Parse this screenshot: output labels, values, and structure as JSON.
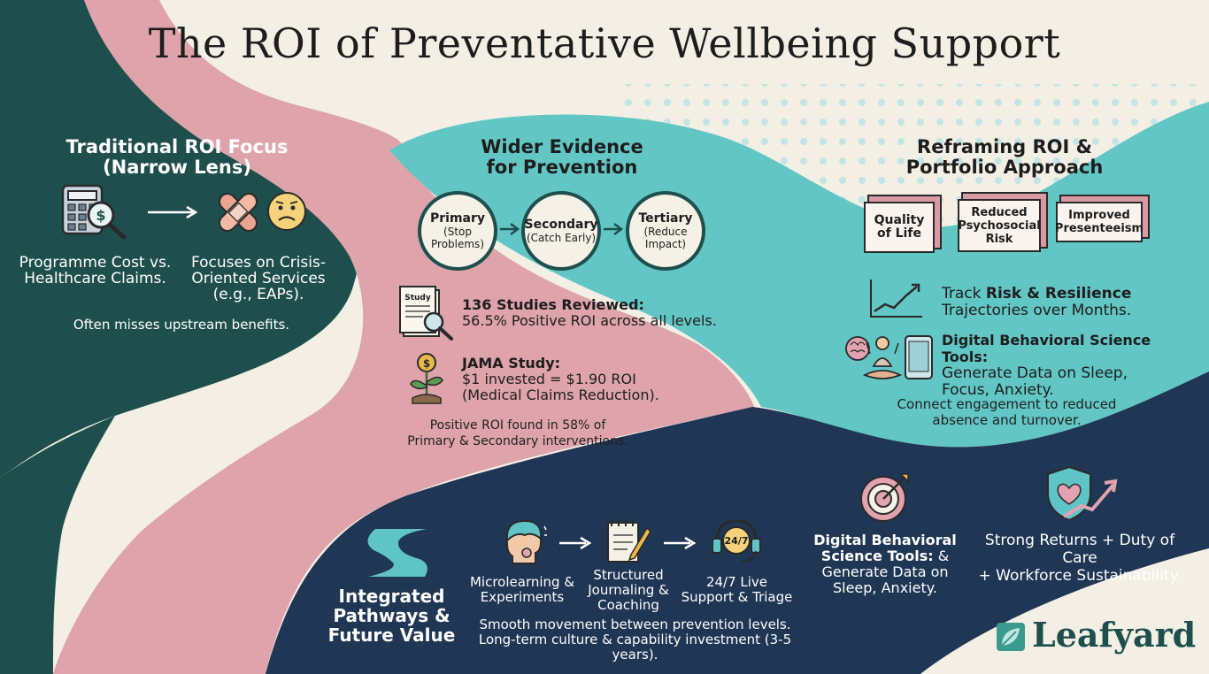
{
  "title": "The ROI of Preventative Wellbeing Support",
  "colors": {
    "dark_teal": "#1e4f4c",
    "pink": "#dea3ab",
    "light_teal": "#62c6c4",
    "navy": "#1f3654",
    "cream": "#f3efe4"
  },
  "traditional": {
    "heading_line1": "Traditional ROI Focus",
    "heading_line2": "(Narrow Lens)",
    "item1_line1": "Programme Cost vs.",
    "item1_line2": "Healthcare Claims.",
    "item2_line1": "Focuses on Crisis-",
    "item2_line2": "Oriented Services",
    "item2_line3": "(e.g., EAPs).",
    "note": "Often misses upstream benefits.",
    "icons": [
      "calculator-magnifier-icon",
      "arrow-right-icon",
      "bandage-icon",
      "sad-face-icon"
    ]
  },
  "wider": {
    "heading_line1": "Wider Evidence",
    "heading_line2": "for Prevention",
    "levels": [
      {
        "name": "Primary",
        "line1": "(Stop",
        "line2": "Problems)"
      },
      {
        "name": "Secondary",
        "line1": "(Catch Early)",
        "line2": ""
      },
      {
        "name": "Tertiary",
        "line1": "(Reduce",
        "line2": "Impact)"
      }
    ],
    "study_label": "Study",
    "studies_bold": "136 Studies Reviewed:",
    "studies_text": "56.5% Positive ROI across all levels.",
    "jama_bold": "JAMA Study:",
    "jama_line1": "$1 invested = $1.90 ROI",
    "jama_line2": "(Medical Claims Reduction).",
    "positive_line1": "Positive ROI found in 58% of",
    "positive_line2": "Primary & Secondary interventions."
  },
  "reframing": {
    "heading_line1": "Reframing ROI &",
    "heading_line2": "Portfolio Approach",
    "boxes": [
      {
        "line1": "Quality",
        "line2": "of Life",
        "line3": ""
      },
      {
        "line1": "Reduced",
        "line2": "Psychosocial",
        "line3": "Risk"
      },
      {
        "line1": "Improved",
        "line2": "Presenteeism",
        "line3": ""
      }
    ],
    "track_pre": "Track ",
    "track_bold": "Risk & Resilience",
    "track_line2": "Trajectories over Months.",
    "tools_bold": "Digital Behavioral Science Tools:",
    "tools_line2": "Generate Data on Sleep,",
    "tools_line3": "Focus, Anxiety.",
    "connect_line1": "Connect engagement to reduced",
    "connect_line2": "absence and turnover."
  },
  "integrated": {
    "heading_line1": "Integrated",
    "heading_line2": "Pathways &",
    "heading_line3": "Future Value",
    "steps": [
      {
        "line1": "Microlearning &",
        "line2": "Experiments",
        "line3": ""
      },
      {
        "line1": "Structured",
        "line2": "Journaling &",
        "line3": "Coaching"
      },
      {
        "line1": "24/7 Live",
        "line2": "Support & Triage",
        "line3": ""
      }
    ],
    "badge_247": "24/7",
    "note_line1": "Smooth movement between prevention levels.",
    "note_line2": "Long-term culture & capability investment (3-5 years)."
  },
  "digital": {
    "bold_line1": "Digital Behavioral",
    "bold_line2": "Science Tools:",
    "amp": " &",
    "line3": "Generate Data on",
    "line4": "Sleep, Anxiety."
  },
  "returns": {
    "line1": "Strong Returns + Duty of Care",
    "line2": "+ Workforce Sustainability."
  },
  "brand": {
    "name": "Leafyard"
  }
}
